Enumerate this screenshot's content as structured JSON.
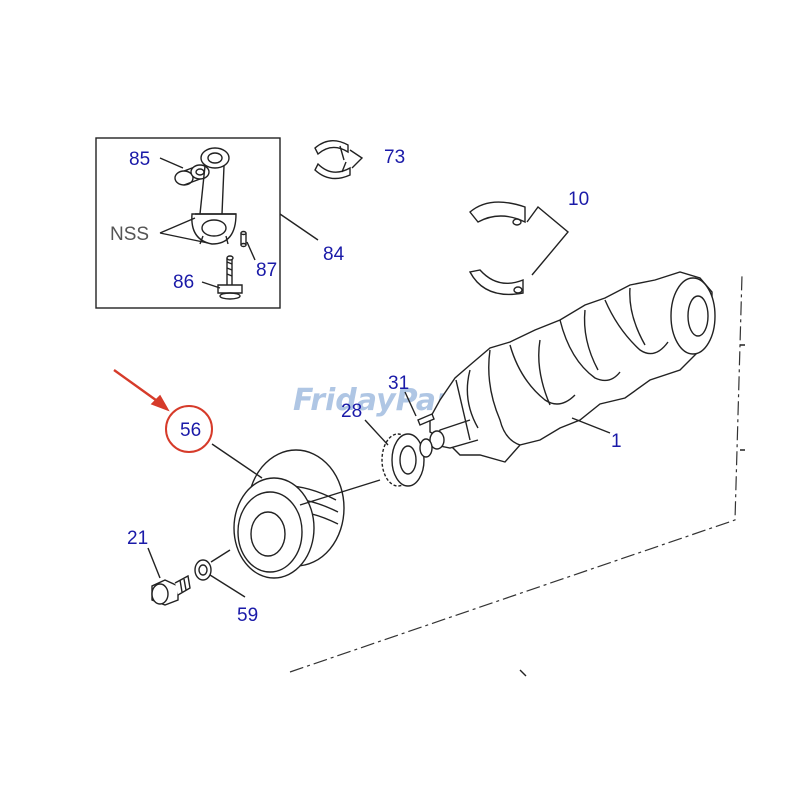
{
  "labels": {
    "p85": "85",
    "p73": "73",
    "p10": "10",
    "nss": "NSS",
    "p84": "84",
    "p86": "86",
    "p87": "87",
    "p31": "31",
    "p28": "28",
    "p56": "56",
    "p1": "1",
    "p21": "21",
    "p59": "59"
  },
  "watermark": "FridayParts",
  "colors": {
    "label": "#1a1aa8",
    "highlight": "#d63b2a",
    "watermark": "#6f98cf",
    "ink": "#222222"
  }
}
